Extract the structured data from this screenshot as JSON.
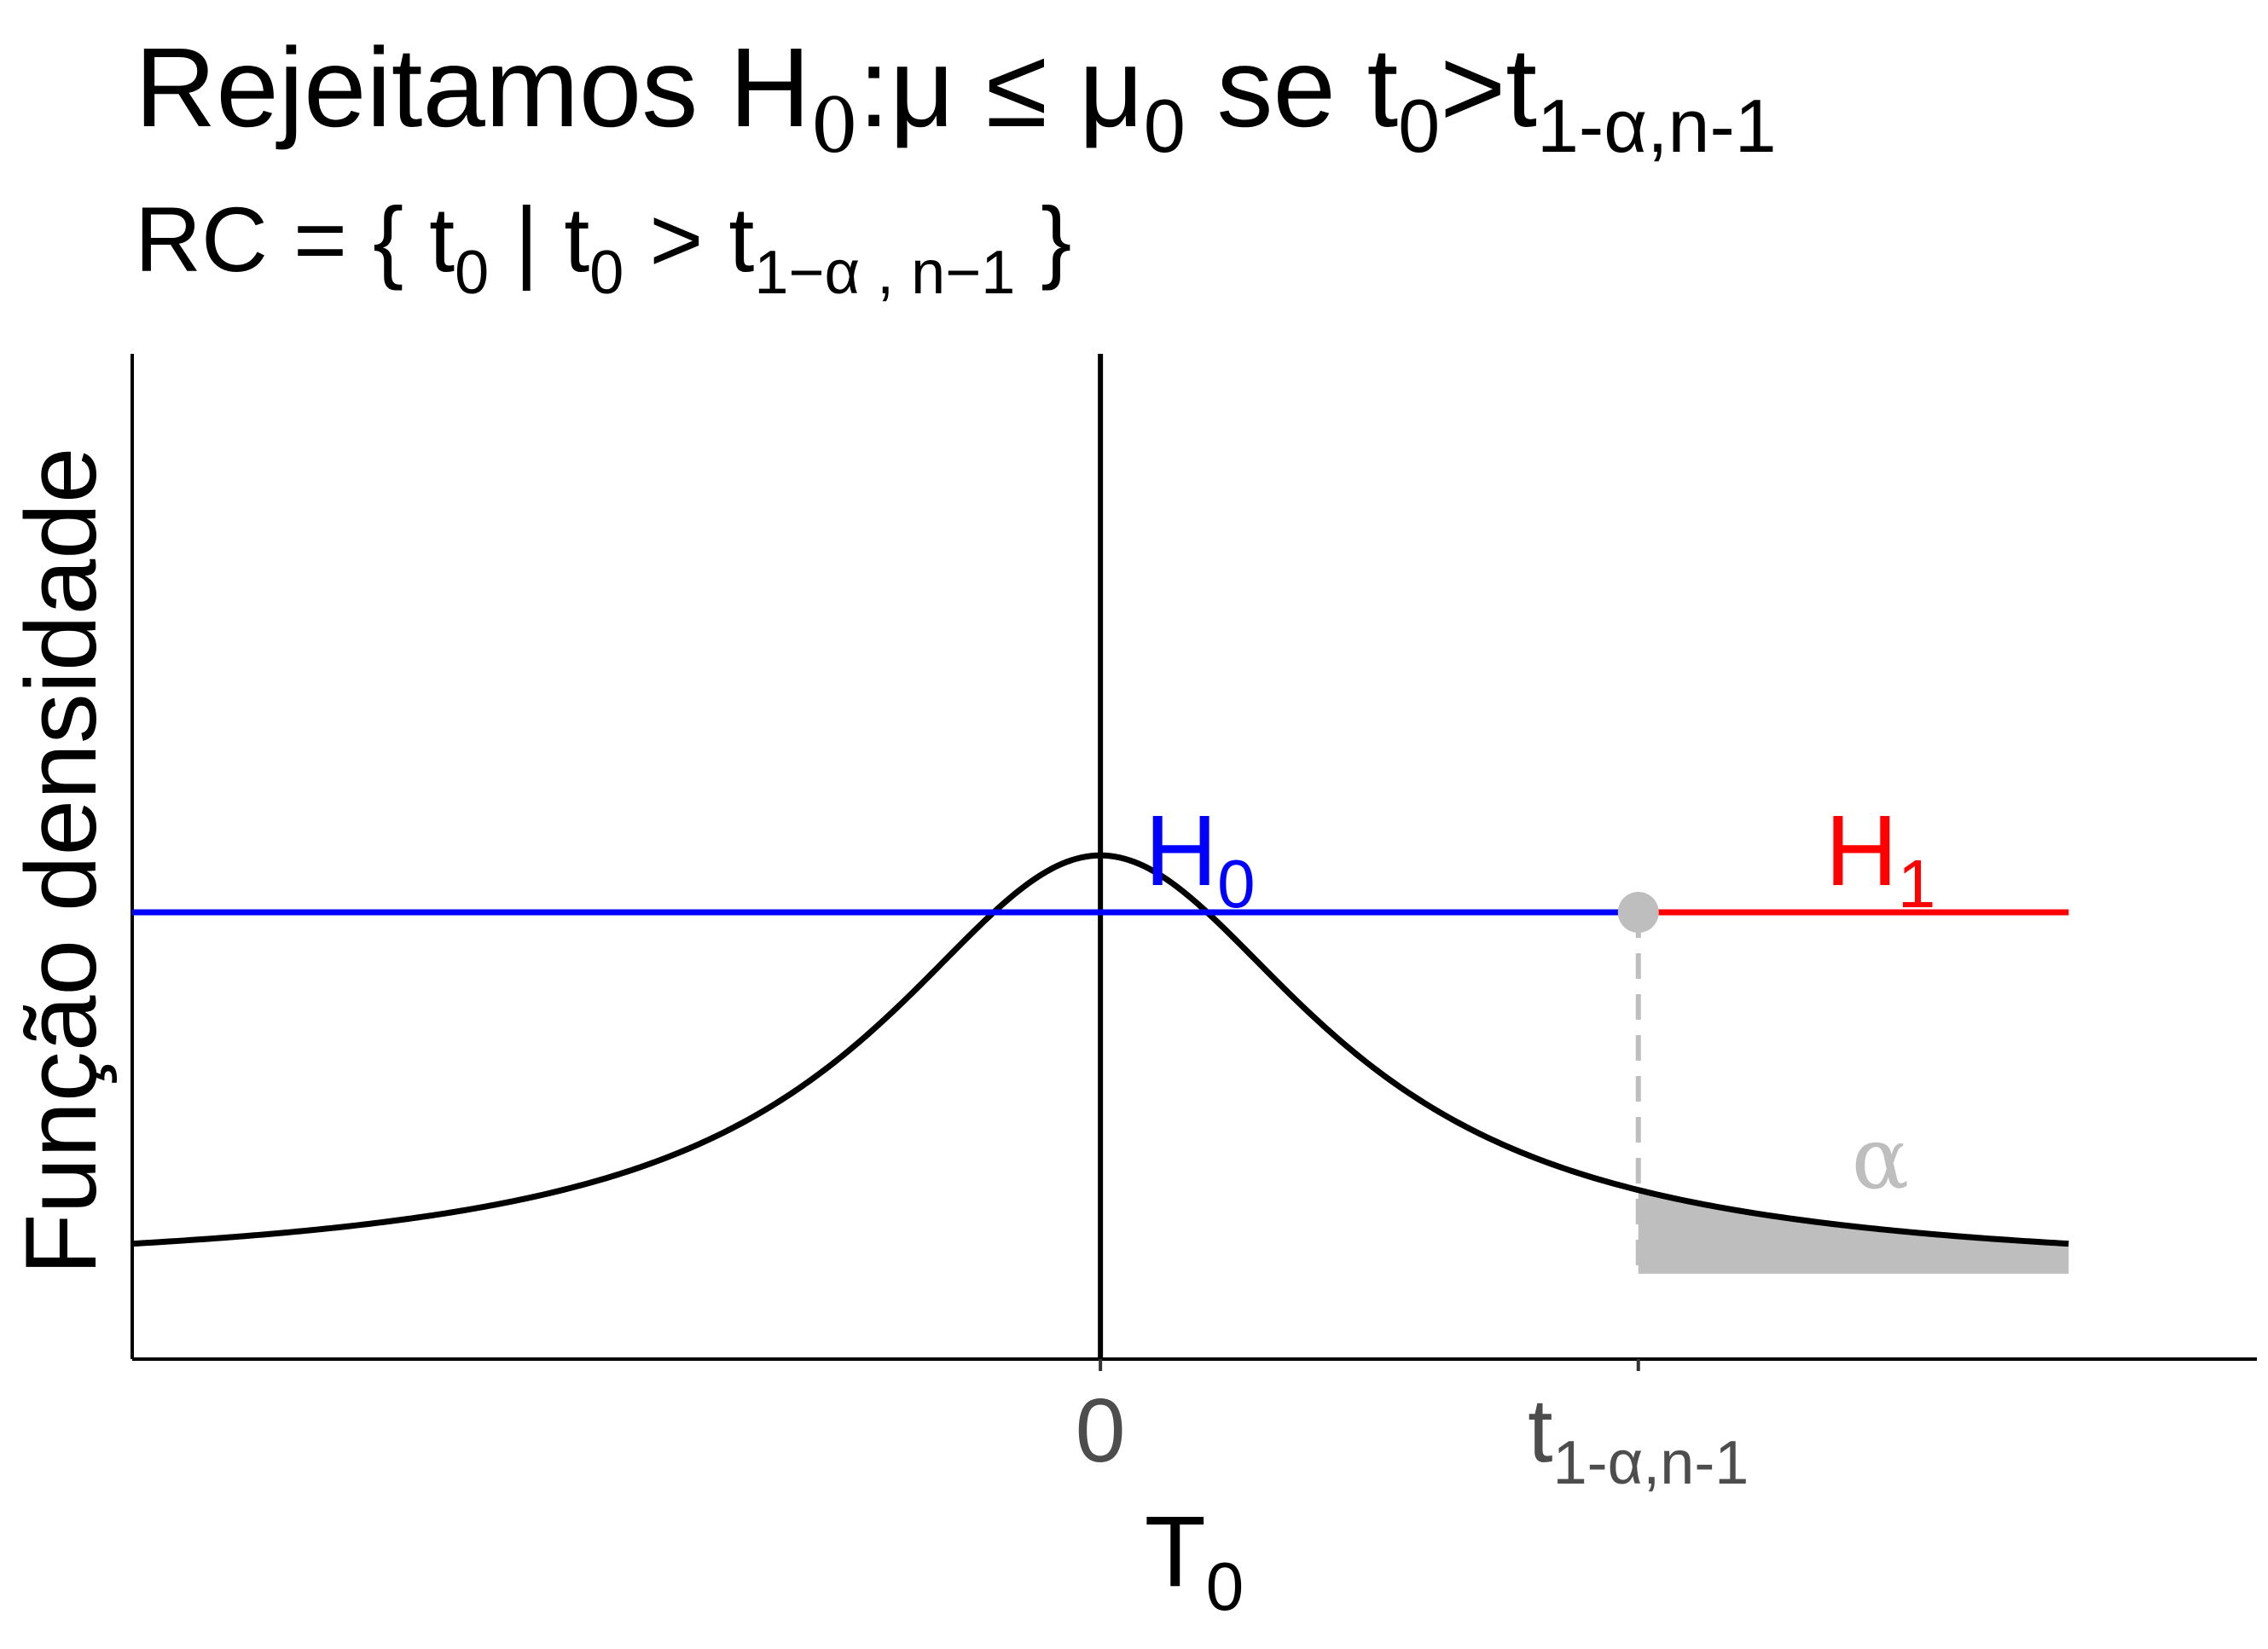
{
  "chart_data": {
    "type": "line",
    "title": {
      "prefix": "Rejeitamos H",
      "h_sub": "0",
      "mid1": ":μ ≤ μ",
      "mu_sub": "0",
      "mid2": " se t",
      "t_sub": "0",
      "gt": ">t",
      "crit_sub": "1-α,n-1"
    },
    "subtitle": {
      "prefix": "RC = {  t",
      "t_sub": "0",
      "bar": "  |   t",
      "t_sub2": "0",
      "gt": " > t",
      "crit_sub": "1−α , n−1",
      "close": "  }"
    },
    "ylabel": "Função densidade",
    "xlabel": {
      "main": "T",
      "sub": "0"
    },
    "x_ticks": [
      {
        "value": 0,
        "label": "0",
        "sub": ""
      },
      {
        "value": 2,
        "label": "t",
        "sub": "1-α,n-1"
      }
    ],
    "xlim": [
      -3.6,
      4.3
    ],
    "x_range": [
      -3.6,
      3.6
    ],
    "ylim": [
      -0.065,
      0.7
    ],
    "distribution": "t",
    "degrees_of_freedom": 1,
    "critical_value": 2,
    "h_level": 0.275,
    "regions": [
      {
        "name": "H0",
        "label": "H",
        "sub": "0",
        "x_from": -3.6,
        "x_to": 2,
        "color": "#0000ff"
      },
      {
        "name": "H1",
        "label": "H",
        "sub": "1",
        "x_from": 2,
        "x_to": 3.6,
        "color": "#ff0000"
      }
    ],
    "alpha_label": "α",
    "colors": {
      "curve": "#000000",
      "shade": "#bebebe",
      "marker": "#bebebe",
      "axis": "#000000",
      "tick_text": "#4d4d4d"
    },
    "grid": false,
    "legend": "none"
  }
}
